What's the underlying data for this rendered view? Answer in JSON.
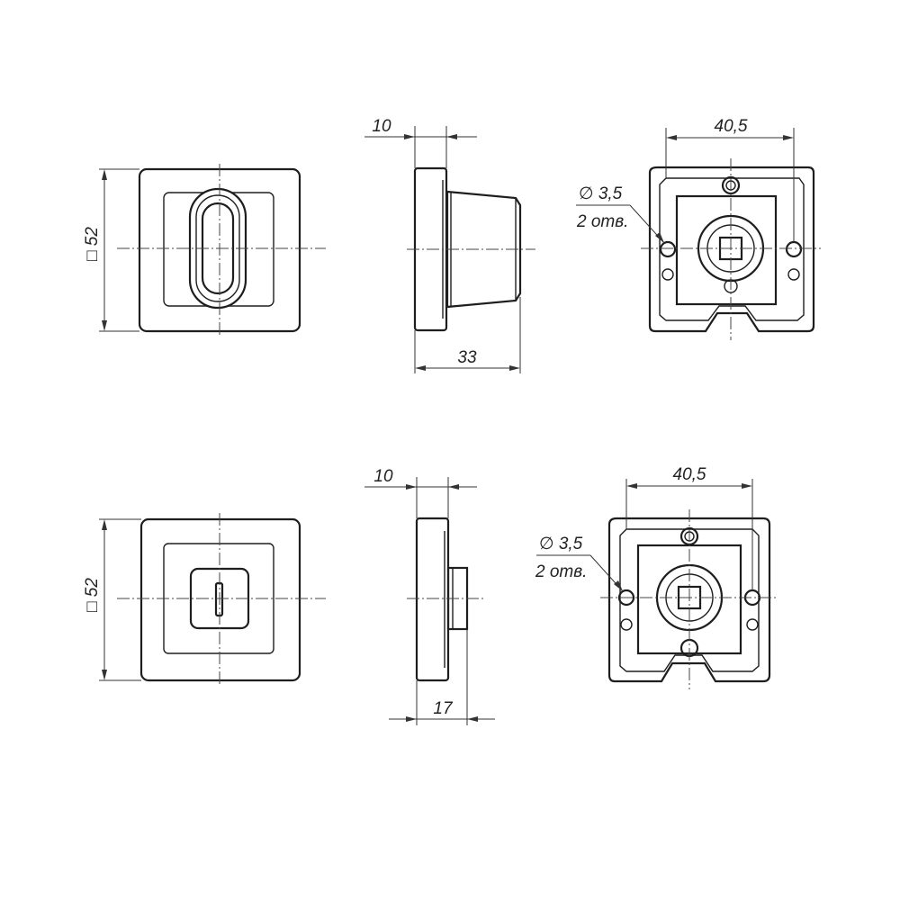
{
  "drawing": {
    "colors": {
      "line": "#1e1e1e",
      "dim": "#333333",
      "background": "#ffffff"
    },
    "turn_knob_set": {
      "front": {
        "size_label": "□ 52"
      },
      "side": {
        "thickness_label": "10",
        "depth_label": "33"
      },
      "back": {
        "width_label": "40,5",
        "hole_label": "∅ 3,5",
        "hole_count_label": "2 отв."
      }
    },
    "release_set": {
      "front": {
        "size_label": "□ 52"
      },
      "side": {
        "thickness_label": "10",
        "depth_label": "17"
      },
      "back": {
        "width_label": "40,5",
        "hole_label": "∅ 3,5",
        "hole_count_label": "2 отв."
      }
    }
  }
}
